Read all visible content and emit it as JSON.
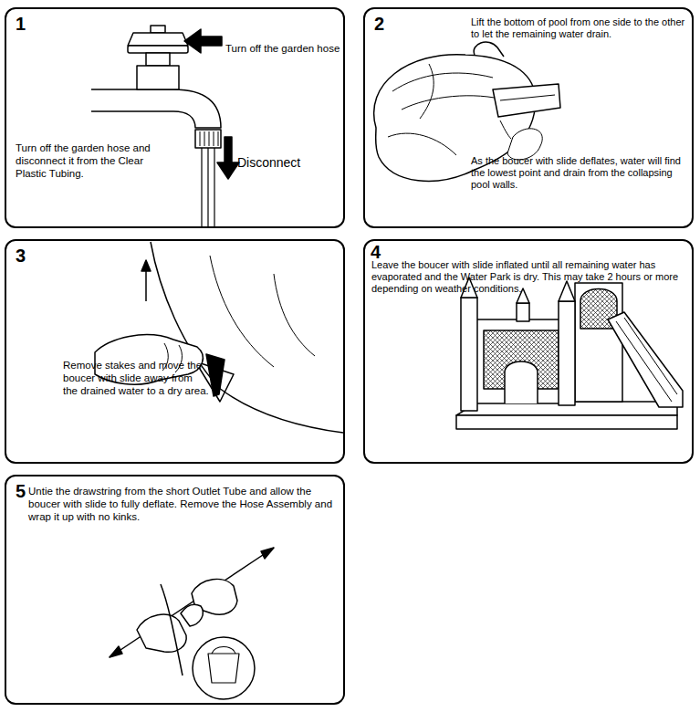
{
  "diagram": {
    "nodes": [
      {
        "text": [
          "1",
          "Turn off the garden hose",
          "Disconnect",
          "Turn off the garden hose and disconnect it from the Clear Plastic Tubing."
        ]
      },
      {
        "text": [
          "2",
          "Lift the bottom of pool from one side to the other to let the remaining water drain.",
          "As the boucer with slide deflates, water will find the lowest point and drain from the collapsing pool walls."
        ]
      },
      {
        "text": [
          "3",
          "Remove stakes and move the boucer with slide away from the drained water to a dry area."
        ]
      },
      {
        "text": [
          "4",
          "Leave the boucer with slide inflated until all remaining water has evaporated and the Water Park is dry. This may take 2 hours or more depending on weather conditions."
        ]
      },
      {
        "text": [
          "5",
          "Untie the drawstring from the short Outlet Tube and allow the boucer with slide to fully deflate. Remove the Hose Assembly and wrap it up with no kinks."
        ]
      }
    ]
  }
}
